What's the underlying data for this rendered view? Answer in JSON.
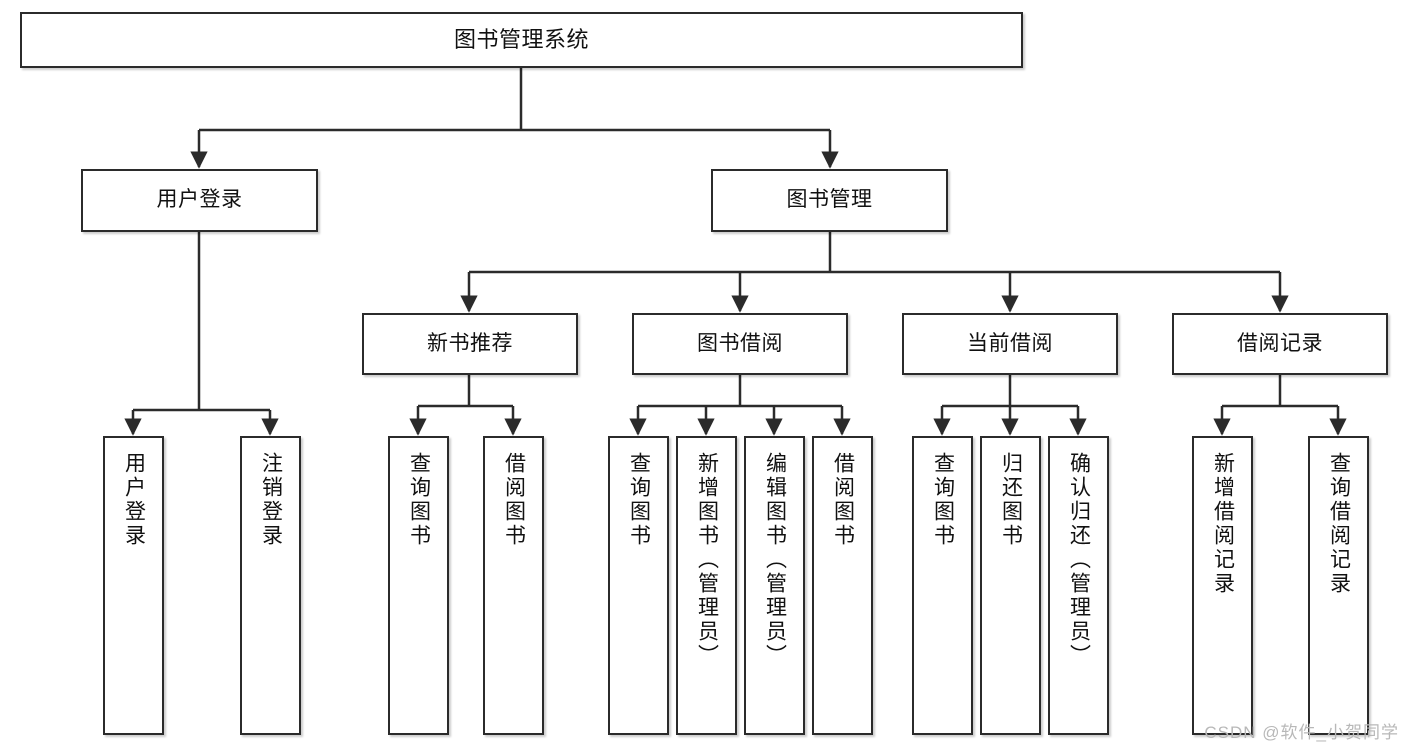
{
  "diagram": {
    "title": "图书管理系统",
    "type": "tree-hierarchy",
    "watermark": "CSDN @软件_小贺同学",
    "colors": {
      "box_border": "#2b2b2b",
      "box_fill": "#ffffff",
      "connector": "#2b2b2b",
      "text": "#111111",
      "watermark": "#b8b8b8"
    },
    "nodes": {
      "root": {
        "label": "图书管理系统"
      },
      "level2": [
        {
          "label": "用户登录"
        },
        {
          "label": "图书管理"
        }
      ],
      "level3": [
        {
          "label": "新书推荐"
        },
        {
          "label": "图书借阅"
        },
        {
          "label": "当前借阅"
        },
        {
          "label": "借阅记录"
        }
      ],
      "leaves": {
        "user_login": [
          {
            "label": "用户登录"
          },
          {
            "label": "注销登录"
          }
        ],
        "new_book_recommend": [
          {
            "label": "查询图书"
          },
          {
            "label": "借阅图书"
          }
        ],
        "book_borrow": [
          {
            "label": "查询图书"
          },
          {
            "label": "新增图书（管理员）"
          },
          {
            "label": "编辑图书（管理员）"
          },
          {
            "label": "借阅图书"
          }
        ],
        "current_borrow": [
          {
            "label": "查询图书"
          },
          {
            "label": "归还图书"
          },
          {
            "label": "确认归还（管理员）"
          }
        ],
        "borrow_record": [
          {
            "label": "新增借阅记录"
          },
          {
            "label": "查询借阅记录"
          }
        ]
      }
    }
  }
}
